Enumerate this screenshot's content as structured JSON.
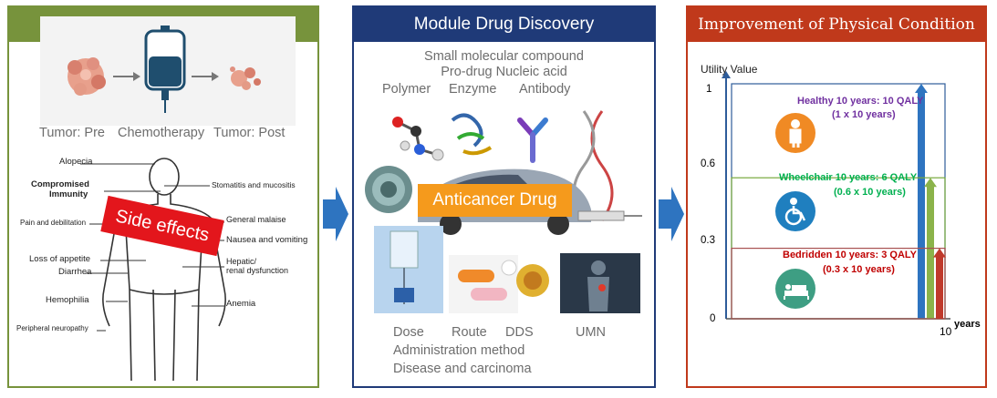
{
  "panel_tumor": {
    "title": "Tumor Shrinkage",
    "tumor_pre": "Tumor: Pre",
    "chemotherapy": "Chemotherapy",
    "tumor_post": "Tumor: Post",
    "side_effects": "Side effects",
    "body_labels_left": [
      "Alopecia",
      "Compromised",
      "Immunity",
      "Pain and debilitation",
      "Loss of appetite",
      "Diarrhea",
      "Hemophilia",
      "Peripheral neuropathy"
    ],
    "body_labels_right": [
      "Stomatitis and mucositis",
      "General malaise",
      "Nausea and vomiting",
      "Hepatic/",
      "renal dysfunction",
      "Anemia"
    ]
  },
  "panel_drug": {
    "title": "Module Drug Discovery",
    "small_molecular": "Small molecular compound",
    "prodrug_line": "Pro-drug  Nucleic acid",
    "polymer": "Polymer",
    "enzyme": "Enzyme",
    "antibody": "Antibody",
    "anticancer": "Anticancer Drug",
    "dose": "Dose",
    "route": "Route",
    "dds": "DDS",
    "umn": "UMN",
    "administration": "Administration method",
    "disease": "Disease and carcinoma"
  },
  "panel_condition": {
    "title": "Improvement of Physical Condition",
    "ylabel": "Utility Value",
    "xlabel": "years",
    "yticks": [
      "1",
      "0.6",
      "0.3",
      "0"
    ],
    "xtick": "10",
    "healthy_title": "Healthy 10 years: 10 QALY",
    "healthy_sub": "(1 x 10 years)",
    "wheelchair_title": "Wheelchair 10 years: 6 QALY",
    "wheelchair_sub": "(0.6 x 10 years)",
    "bedridden_title": "Bedridden 10 years: 3 QALY",
    "bedridden_sub": "(0.3 x 10 years)",
    "colors": {
      "healthy": "#7030a0",
      "wheelchair": "#00b050",
      "bedridden": "#c00000",
      "axis": "#2e5c9a"
    }
  },
  "chart_data": {
    "type": "bar",
    "categories": [
      "Healthy",
      "Wheelchair",
      "Bedridden"
    ],
    "series": [
      {
        "name": "Utility Value",
        "values": [
          1,
          0.6,
          0.3
        ]
      }
    ],
    "duration_years": 10,
    "qaly": [
      10,
      6,
      3
    ],
    "ylabel": "Utility Value",
    "xlabel": "years",
    "ylim": [
      0,
      1
    ]
  }
}
